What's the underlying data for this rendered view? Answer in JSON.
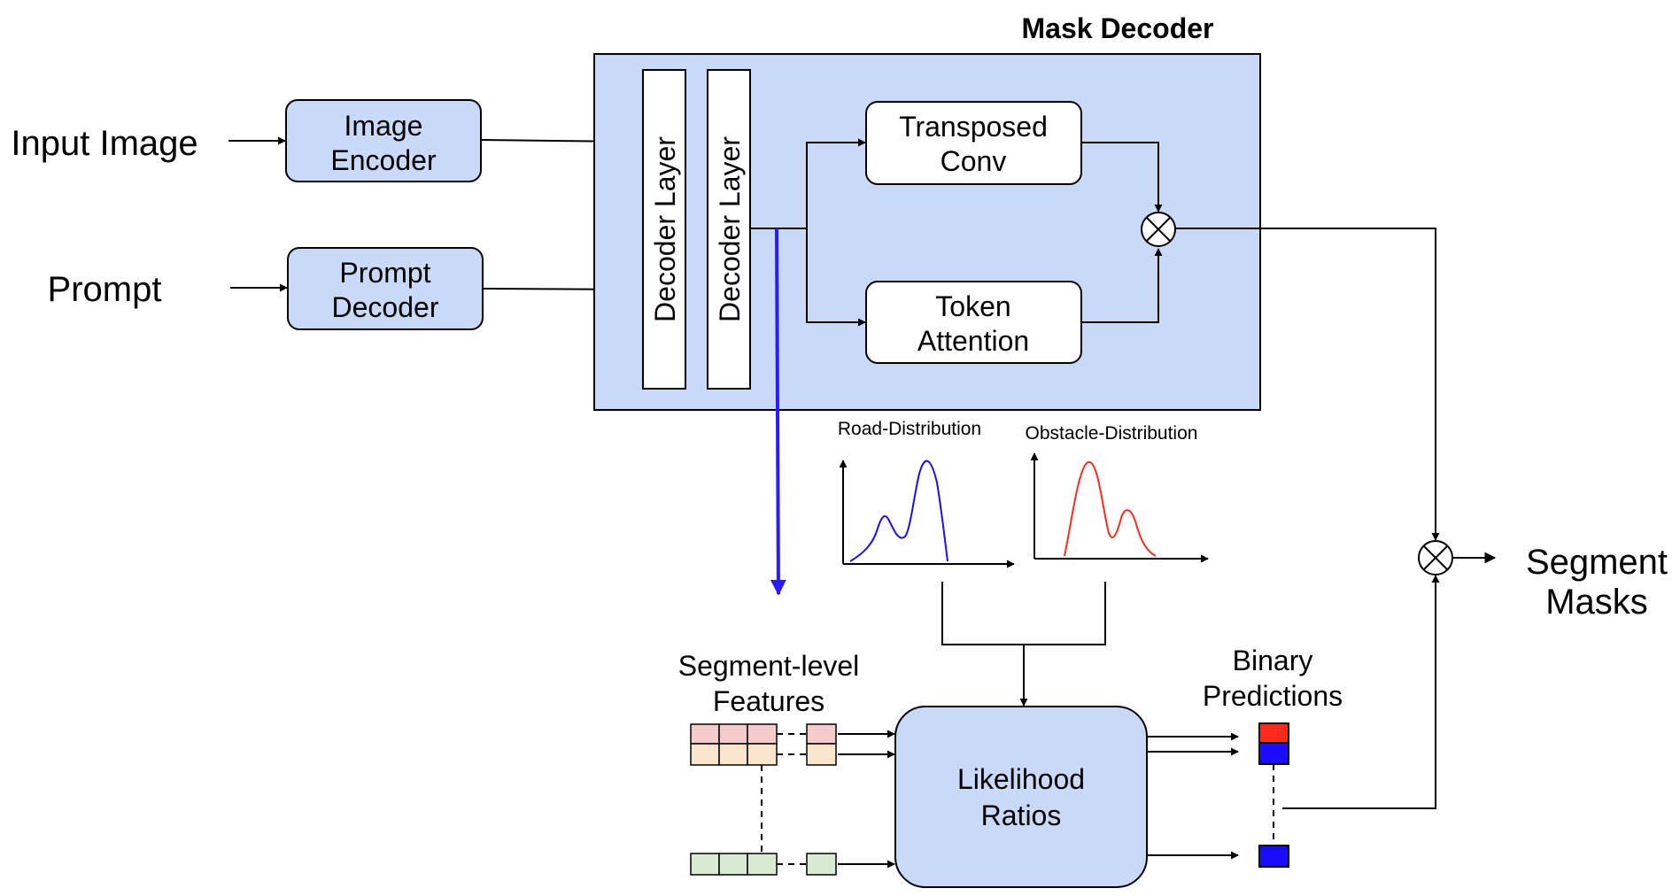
{
  "inputs": {
    "input_image": "Input Image",
    "prompt": "Prompt"
  },
  "encoders": {
    "image_encoder": [
      "Image",
      "Encoder"
    ],
    "prompt_decoder": [
      "Prompt",
      "Decoder"
    ]
  },
  "mask_decoder": {
    "title": "Mask Decoder",
    "decoder_layer_1": "Decoder Layer",
    "decoder_layer_2": "Decoder Layer",
    "transposed_conv": [
      "Transposed",
      "Conv"
    ],
    "token_attention": [
      "Token",
      "Attention"
    ]
  },
  "distributions": {
    "road": "Road-Distribution",
    "obstacle": "Obstacle-Distribution"
  },
  "features": {
    "label": [
      "Segment-level",
      "Features"
    ]
  },
  "likelihood": [
    "Likelihood",
    "Ratios"
  ],
  "binary_predictions": [
    "Binary",
    "Predictions"
  ],
  "output": [
    "Segment",
    "Masks"
  ],
  "colors": {
    "box_fill": "#c9daf8",
    "feature_row_pink": "#f4cccc",
    "feature_row_peach": "#fce5cd",
    "feature_row_green": "#d9ead3",
    "pred_red": "#ff2a1a",
    "pred_blue": "#1a0dff",
    "road_curve": "#1a0dff",
    "obstacle_curve": "#ff2a1a",
    "feature_arrow": "#2a1aff"
  }
}
